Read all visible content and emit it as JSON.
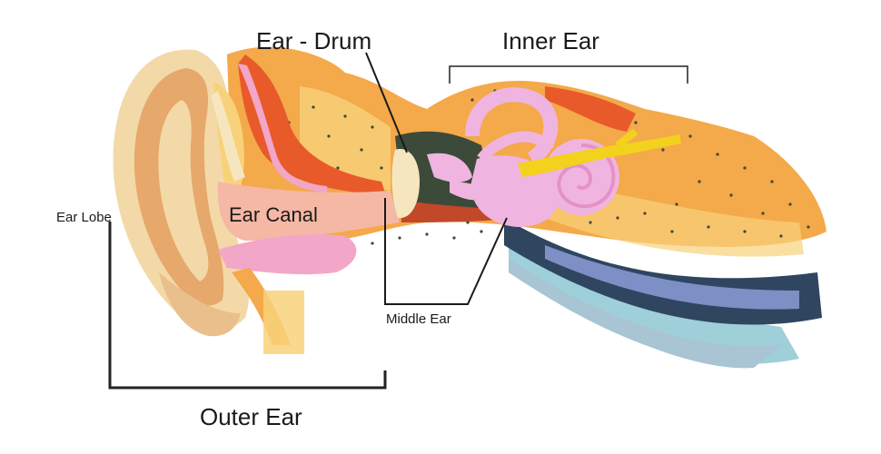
{
  "labels": {
    "ear_drum": "Ear - Drum",
    "inner_ear": "Inner Ear",
    "ear_lobe": "Ear Lobe",
    "ear_canal": "Ear Canal",
    "middle_ear": "Middle Ear",
    "outer_ear": "Outer Ear"
  },
  "colors": {
    "auricle_outer": "#f3d9a8",
    "auricle_inner": "#e6a86b",
    "skin_orange": "#f4a94a",
    "bone_light": "#f8d27a",
    "bone_dots": "#3d4a3a",
    "canal_pink": "#f5b8a5",
    "red_tissue": "#e85a2a",
    "pink_membrane": "#f2a6c8",
    "cochlea_pink": "#efb5e0",
    "nerve_yellow": "#f2d21c",
    "dark_cavity": "#3c4a3a",
    "eustachian_navy": "#2f4560",
    "eustachian_teal": "#9fcfd8",
    "eustachian_blue": "#7d8fc4"
  }
}
